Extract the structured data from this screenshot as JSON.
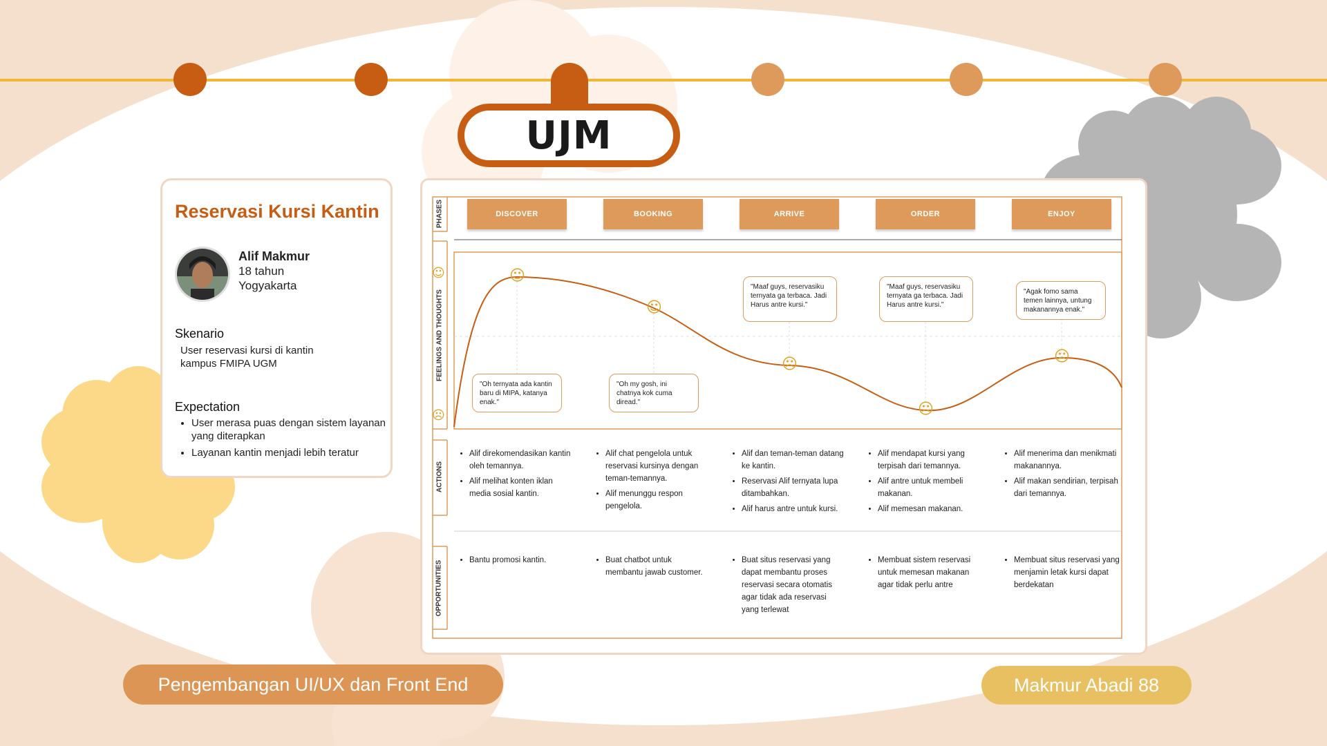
{
  "title": "UJM",
  "persona": {
    "heading": "Reservasi Kursi Kantin",
    "name": "Alif Makmur",
    "age": "18 tahun",
    "city": "Yogyakarta",
    "scenario_title": "Skenario",
    "scenario_text": "User reservasi kursi di kantin kampus FMIPA UGM",
    "expectation_title": "Expectation",
    "expectations": [
      "User merasa puas dengan sistem layanan yang diterapkan",
      "Layanan kantin menjadi lebih teratur"
    ]
  },
  "journey": {
    "row_labels": {
      "phases": "PHASES",
      "feelings": "FEELINGS AND THOUGHTS",
      "actions": "ACTIONS",
      "opportunities": "OPPORTUNITIES"
    },
    "phases": [
      "DISCOVER",
      "BOOKING",
      "ARRIVE",
      "ORDER",
      "ENJOY"
    ],
    "scale_icons": [
      "smile-icon",
      "frown-icon"
    ],
    "feeling_emojis": [
      "star-struck-emoji",
      "monocle-emoji",
      "anxious-emoji",
      "crying-emoji",
      "sad-tear-emoji"
    ],
    "thoughts": [
      "\"Oh ternyata ada kantin baru di MIPA, katanya enak.\"",
      "\"Oh my gosh, ini chatnya kok cuma diread.\"",
      "\"Maaf guys, reservasiku ternyata ga terbaca. Jadi Harus antre kursi.\"",
      "\"Maaf guys, reservasiku ternyata ga terbaca. Jadi Harus antre kursi.\"",
      "\"Agak fomo sama temen lainnya, untung makanannya enak.\""
    ],
    "actions": [
      [
        "Alif direkomendasikan kantin oleh temannya.",
        "Alif melihat konten iklan media sosial kantin."
      ],
      [
        "Alif chat pengelola untuk reservasi kursinya dengan teman-temannya.",
        "Alif menunggu respon pengelola."
      ],
      [
        "Alif dan teman-teman datang ke kantin.",
        "Reservasi Alif ternyata lupa ditambahkan.",
        "Alif harus antre untuk kursi."
      ],
      [
        "Alif mendapat kursi yang terpisah dari temannya.",
        "Alif antre untuk membeli makanan.",
        "Alif memesan makanan."
      ],
      [
        "Alif menerima dan menikmati makanannya.",
        "Alif makan sendirian, terpisah dari temannya."
      ]
    ],
    "opportunities": [
      "Bantu promosi kantin.",
      "Buat chatbot untuk membantu jawab customer.",
      "Buat situs reservasi yang dapat membantu proses reservasi secara otomatis agar tidak ada reservasi yang terlewat",
      "Membuat sistem reservasi untuk memesan makanan agar tidak perlu antre",
      "Membuat situs reservasi yang menjamin letak kursi dapat berdekatan"
    ]
  },
  "footer": {
    "left": "Pengembangan UI/UX dan Front End",
    "right": "Makmur Abadi 88"
  },
  "colors": {
    "accent": "#c65d12",
    "phase_fill": "#dd9a5a",
    "background": "#f5dfcd",
    "footer_left": "#dd9555",
    "footer_right": "#e8c062"
  }
}
